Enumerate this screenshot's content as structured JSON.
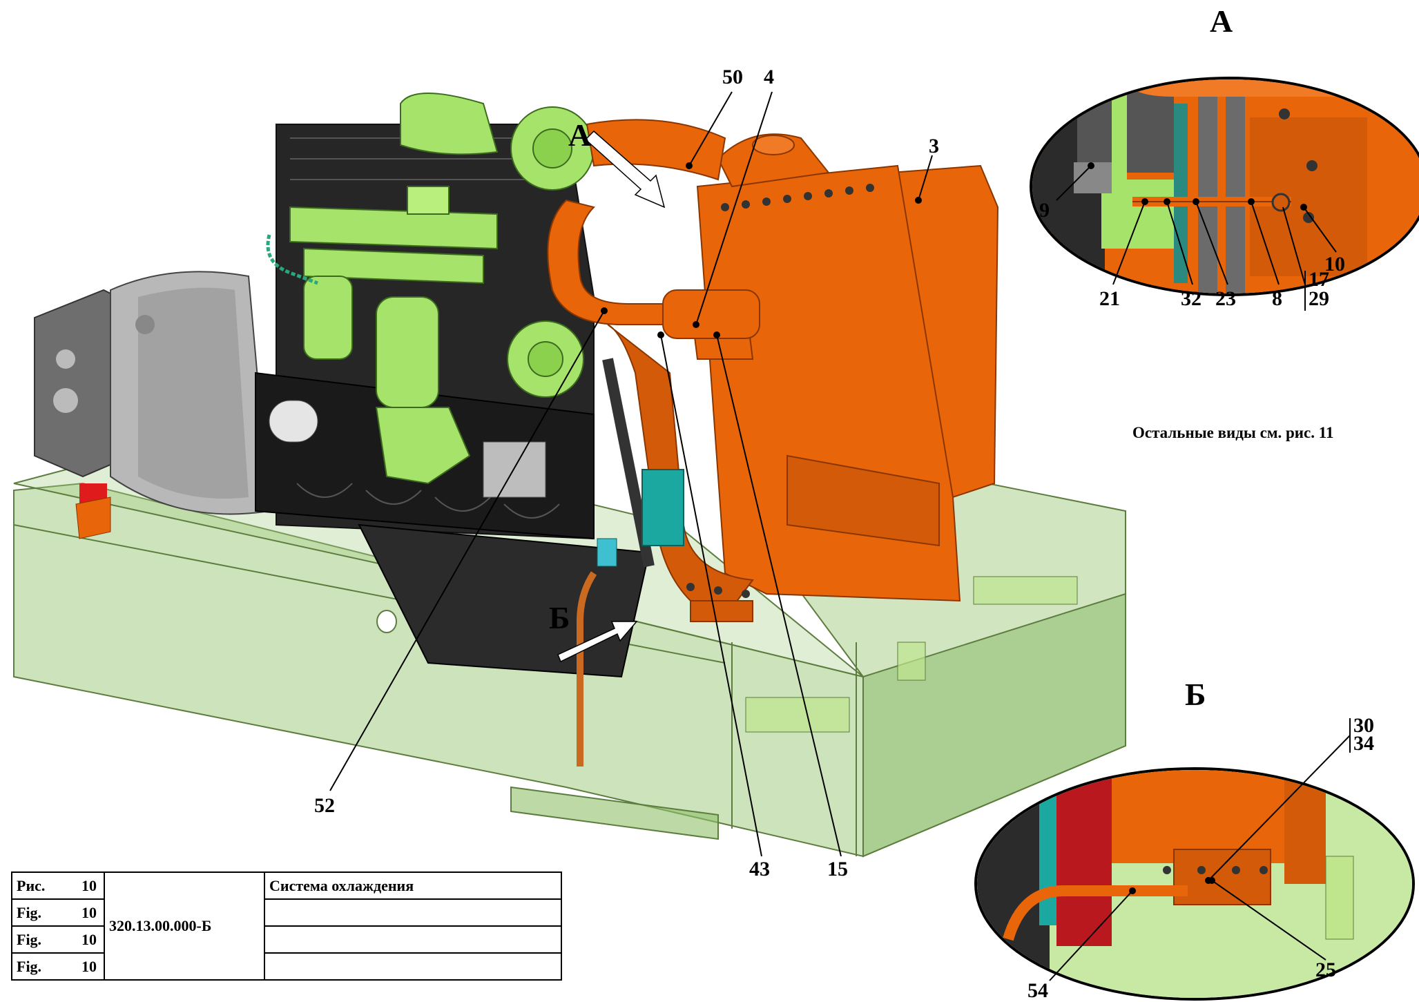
{
  "callouts": {
    "c50": "50",
    "c4": "4",
    "c3": "3",
    "c52": "52",
    "c43": "43",
    "c15": "15"
  },
  "view_marks": {
    "a_main": "А",
    "b_main": "Б",
    "a_title": "А",
    "b_title": "Б"
  },
  "detail_a": {
    "c9": "9",
    "c10": "10",
    "c21": "21",
    "c32": "32",
    "c23": "23",
    "c8": "8",
    "c17": "17",
    "c29": "29"
  },
  "detail_b": {
    "c30": "30",
    "c34": "34",
    "c54": "54",
    "c25": "25"
  },
  "note": "Остальные виды см. рис. 11",
  "title_block": {
    "rows": [
      {
        "label": "Рис.",
        "num": "10"
      },
      {
        "label": "Fig.",
        "num": "10"
      },
      {
        "label": "Fig.",
        "num": "10"
      },
      {
        "label": "Fig.",
        "num": "10"
      }
    ],
    "code": "320.13.00.000-Б",
    "title": "Система охлаждения"
  },
  "colors": {
    "frame_green": "#8fc06a",
    "engine_green": "#a6e36b",
    "engine_black": "#262626",
    "coolant_orange": "#e8650a",
    "housing_grey": "#a9a9a9",
    "accent_red": "#e01b1b",
    "sensor_teal": "#1aa8a0"
  }
}
